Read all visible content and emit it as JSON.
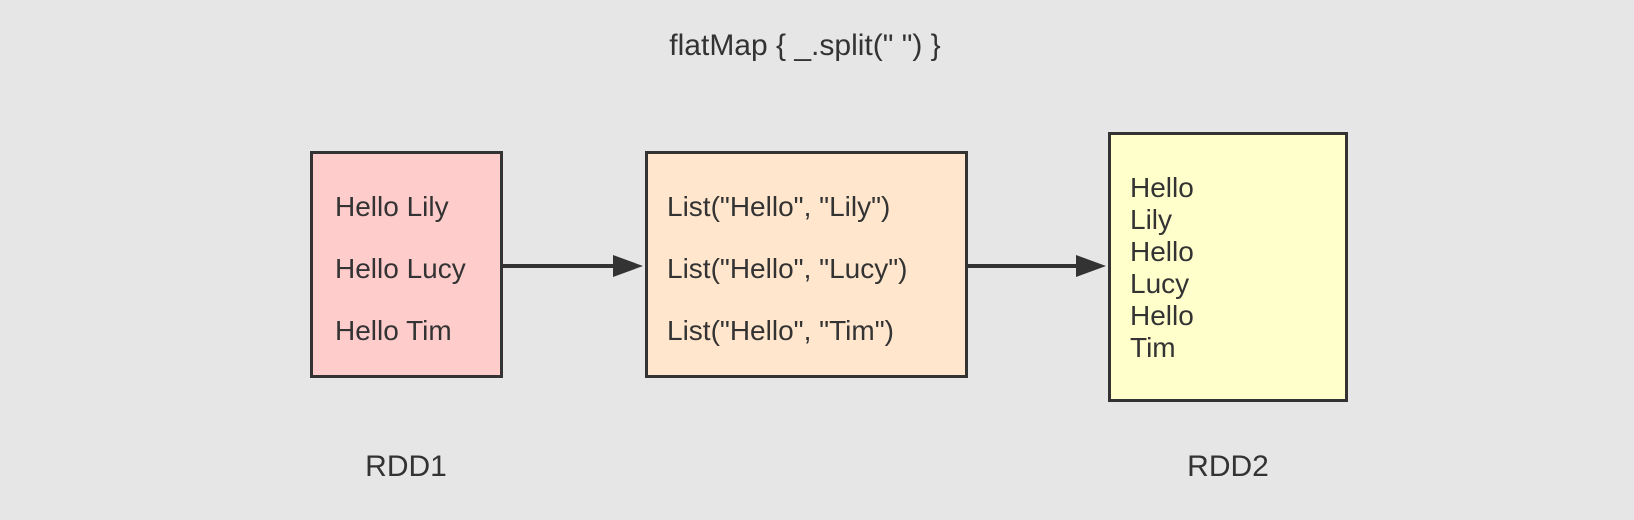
{
  "colors": {
    "background": "#e6e6e6",
    "stroke": "#333333",
    "text": "#333333",
    "rdd1_fill": "#ffcccc",
    "mid_fill": "#ffe6cc",
    "rdd2_fill": "#ffffcc"
  },
  "diagram": {
    "title": "flatMap { _.split(\" \") }",
    "boxes": [
      {
        "name": "rdd1",
        "label": "RDD1",
        "lines": [
          "Hello Lily",
          "Hello Lucy",
          "Hello Tim"
        ]
      },
      {
        "name": "flatmap-intermediate",
        "lines": [
          "List(\"Hello\", \"Lily\")",
          "List(\"Hello\", \"Lucy\")",
          "List(\"Hello\", \"Tim\")"
        ]
      },
      {
        "name": "rdd2",
        "label": "RDD2",
        "lines": [
          "Hello",
          "Lily",
          "Hello",
          "Lucy",
          "Hello",
          "Tim"
        ]
      }
    ]
  }
}
